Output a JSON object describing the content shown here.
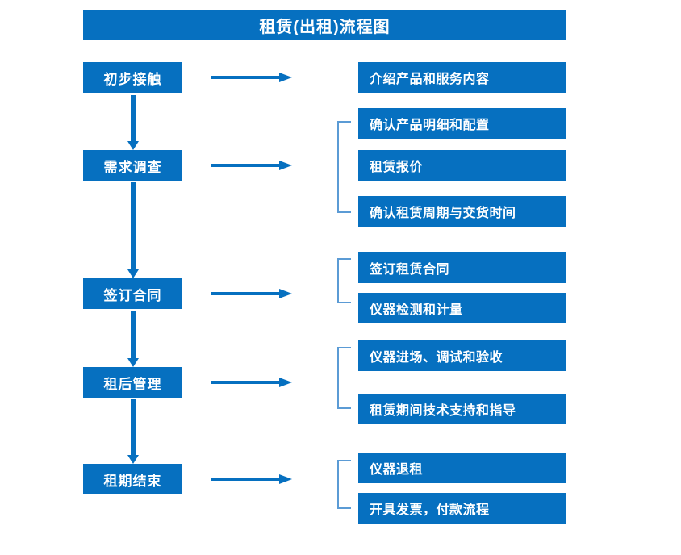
{
  "diagram": {
    "title": "租赁(出租)流程图",
    "accent_color": "#0670C0",
    "bracket_color": "#5B9BD5",
    "background_color": "#FFFFFF",
    "stages": [
      {
        "label": "初步接触"
      },
      {
        "label": "需求调查"
      },
      {
        "label": "签订合同"
      },
      {
        "label": "租后管理"
      },
      {
        "label": "租期结束"
      }
    ],
    "details": [
      {
        "label": "介绍产品和服务内容"
      },
      {
        "label": "确认产品明细和配置"
      },
      {
        "label": "租赁报价"
      },
      {
        "label": "确认租赁周期与交货时间"
      },
      {
        "label": "签订租赁合同"
      },
      {
        "label": "仪器检测和计量"
      },
      {
        "label": "仪器进场、调试和验收"
      },
      {
        "label": "租赁期间技术支持和指导"
      },
      {
        "label": "仪器退租"
      },
      {
        "label": "开具发票，付款流程"
      }
    ],
    "groups": [
      {
        "stage": "需求调查",
        "details": [
          "确认产品明细和配置",
          "租赁报价",
          "确认租赁周期与交货时间"
        ]
      },
      {
        "stage": "签订合同",
        "details": [
          "签订租赁合同",
          "仪器检测和计量"
        ]
      },
      {
        "stage": "租后管理",
        "details": [
          "仪器进场、调试和验收",
          "租赁期间技术支持和指导"
        ]
      },
      {
        "stage": "租期结束",
        "details": [
          "仪器退租",
          "开具发票，付款流程"
        ]
      }
    ],
    "flow_connections": [
      {
        "from": "初步接触",
        "to": "需求调查"
      },
      {
        "from": "需求调查",
        "to": "签订合同"
      },
      {
        "from": "签订合同",
        "to": "租后管理"
      },
      {
        "from": "租后管理",
        "to": "租期结束"
      }
    ]
  }
}
